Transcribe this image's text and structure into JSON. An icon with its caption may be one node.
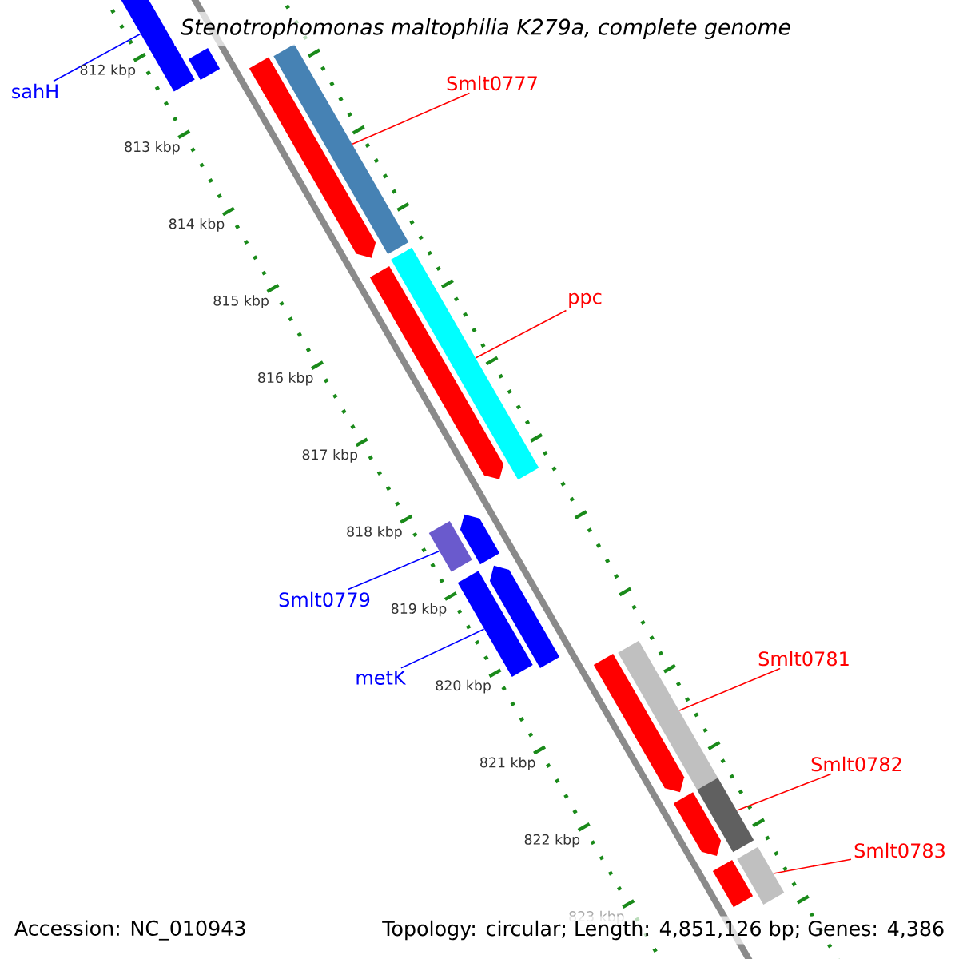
{
  "diagram": {
    "title": "Stenotrophomonas maltophilia K279a, complete genome",
    "nodes": [
      {
        "text": [
          "sahH"
        ]
      },
      {
        "text": [],
        "shape": "bar"
      },
      {
        "text": [],
        "shape": "bar"
      },
      {
        "text": [
          "Smlt0777"
        ]
      },
      {
        "text": [],
        "shape": "bar"
      },
      {
        "text": [
          "ppc"
        ]
      },
      {
        "text": [
          "Smlt0779"
        ]
      },
      {
        "text": [],
        "shape": "bar"
      },
      {
        "text": [
          "metK"
        ]
      },
      {
        "text": [],
        "shape": "bar"
      },
      {
        "text": [],
        "shape": "bar"
      },
      {
        "text": [
          "Smlt0781"
        ]
      },
      {
        "text": [],
        "shape": "bar"
      },
      {
        "text": [
          "Smlt0782"
        ]
      },
      {
        "text": [],
        "shape": "bar"
      },
      {
        "text": [
          "Smlt0783"
        ]
      },
      {
        "text": [],
        "shape": "arrow"
      },
      {
        "text": [],
        "shape": "arrow"
      },
      {
        "text": [],
        "shape": "arrow"
      },
      {
        "text": [],
        "shape": "arrow"
      },
      {
        "text": [],
        "shape": "arrow"
      },
      {
        "text": [],
        "shape": "arrow"
      },
      {
        "text": [],
        "shape": "arrow"
      },
      {
        "text": [],
        "shape": "arrow"
      }
    ],
    "edges": [
      {
        "from": 0,
        "to": 1,
        "arrow": "none",
        "color": "#0000ff"
      },
      {
        "from": 3,
        "to": 2,
        "arrow": "none"
      },
      {
        "from": 5,
        "to": 4,
        "arrow": "none"
      },
      {
        "from": 6,
        "to": 7,
        "arrow": "none",
        "color": "#0000ff"
      },
      {
        "from": 8,
        "to": 9,
        "arrow": "none",
        "color": "#0000ff"
      },
      {
        "from": 11,
        "to": 10,
        "arrow": "none"
      },
      {
        "from": 13,
        "to": 12,
        "arrow": "none"
      },
      {
        "from": 15,
        "to": 14,
        "arrow": "none"
      }
    ],
    "labels": [
      "812 kbp",
      "813 kbp",
      "814 kbp",
      "815 kbp",
      "816 kbp",
      "817 kbp",
      "818 kbp",
      "819 kbp",
      "820 kbp",
      "821 kbp",
      "822 kbp",
      "823 kbp",
      "Accession: NC_010943",
      "Topology: circular; Length: 4,851,126 bp; Genes: 4,386"
    ]
  }
}
